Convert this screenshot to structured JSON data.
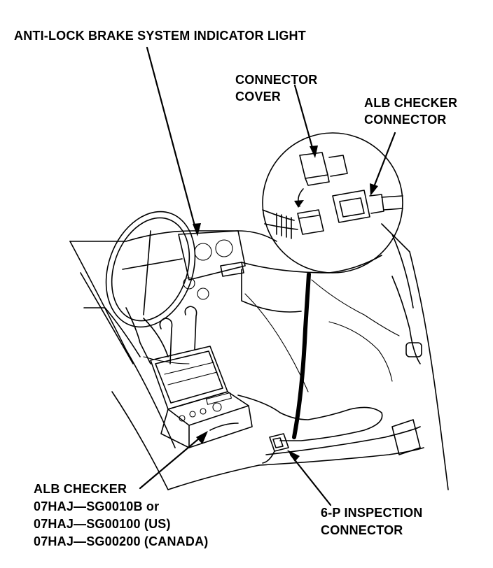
{
  "labels": {
    "abs_light": "ANTI-LOCK BRAKE SYSTEM INDICATOR LIGHT",
    "connector_cover_1": "CONNECTOR",
    "connector_cover_2": "COVER",
    "alb_connector_1": "ALB CHECKER",
    "alb_connector_2": "CONNECTOR",
    "alb_checker_title": "ALB CHECKER",
    "alb_checker_pn1": "07HAJ—SG0010B or",
    "alb_checker_pn2": "07HAJ—SG00100 (US)",
    "alb_checker_pn3": "07HAJ—SG00200 (CANADA)",
    "inspection_1": "6-P INSPECTION",
    "inspection_2": "CONNECTOR"
  },
  "colors": {
    "ink": "#000000",
    "paper": "#ffffff"
  }
}
